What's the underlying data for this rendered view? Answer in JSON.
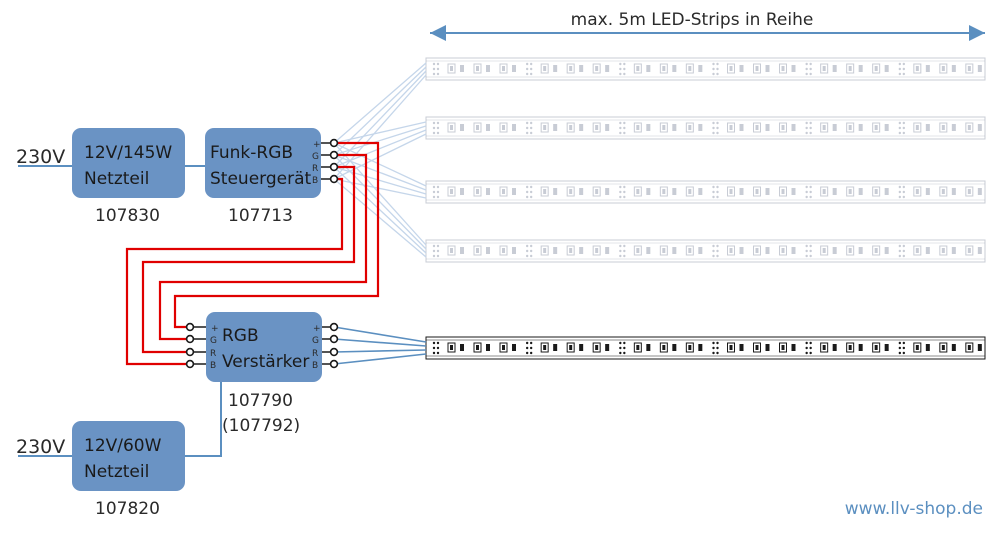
{
  "header": {
    "title": "max. 5m LED-Strips in Reihe"
  },
  "power_supply_1": {
    "input_label": "230V",
    "line1": "12V/145W",
    "line2": "Netzteil",
    "article": "107830"
  },
  "controller": {
    "line1": "Funk-RGB",
    "line2": "Steuergerät",
    "article": "107713",
    "pins": [
      "+",
      "G",
      "R",
      "B"
    ]
  },
  "amplifier": {
    "line1": "RGB",
    "line2": "Verstärker",
    "article": "107790",
    "article_alt": "(107792)",
    "pins_in": [
      "+",
      "G",
      "R",
      "B"
    ],
    "pins_out": [
      "+",
      "G",
      "R",
      "B"
    ]
  },
  "power_supply_2": {
    "input_label": "230V",
    "line1": "12V/60W",
    "line2": "Netzteil",
    "article": "107820"
  },
  "footer": {
    "website": "www.llv-shop.de"
  },
  "colors": {
    "box_fill": "#6a93c4",
    "wire_blue": "#5b8fc0",
    "wire_red": "#e00000",
    "strip_faded": "#d9dbe0",
    "strip_active": "#1a1a1a"
  }
}
